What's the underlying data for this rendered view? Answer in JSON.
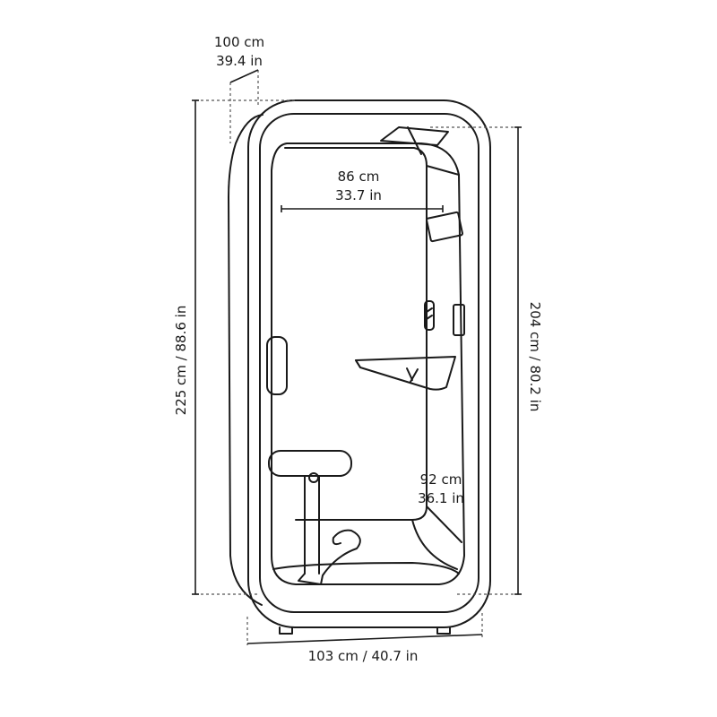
{
  "dimensions": {
    "depth": {
      "cm": "100 cm",
      "in": "39.4 in"
    },
    "inner_width": {
      "cm": "86 cm",
      "in": "33.7 in"
    },
    "desk_height": {
      "cm": "92 cm",
      "in": "36.1 in"
    },
    "total_height": "225 cm / 88.6 in",
    "inner_height": "204 cm / 80.2 in",
    "outer_width": "103 cm / 40.7 in"
  },
  "colors": {
    "line": "#1a1a1a",
    "dashed": "#555555",
    "background": "#ffffff"
  }
}
